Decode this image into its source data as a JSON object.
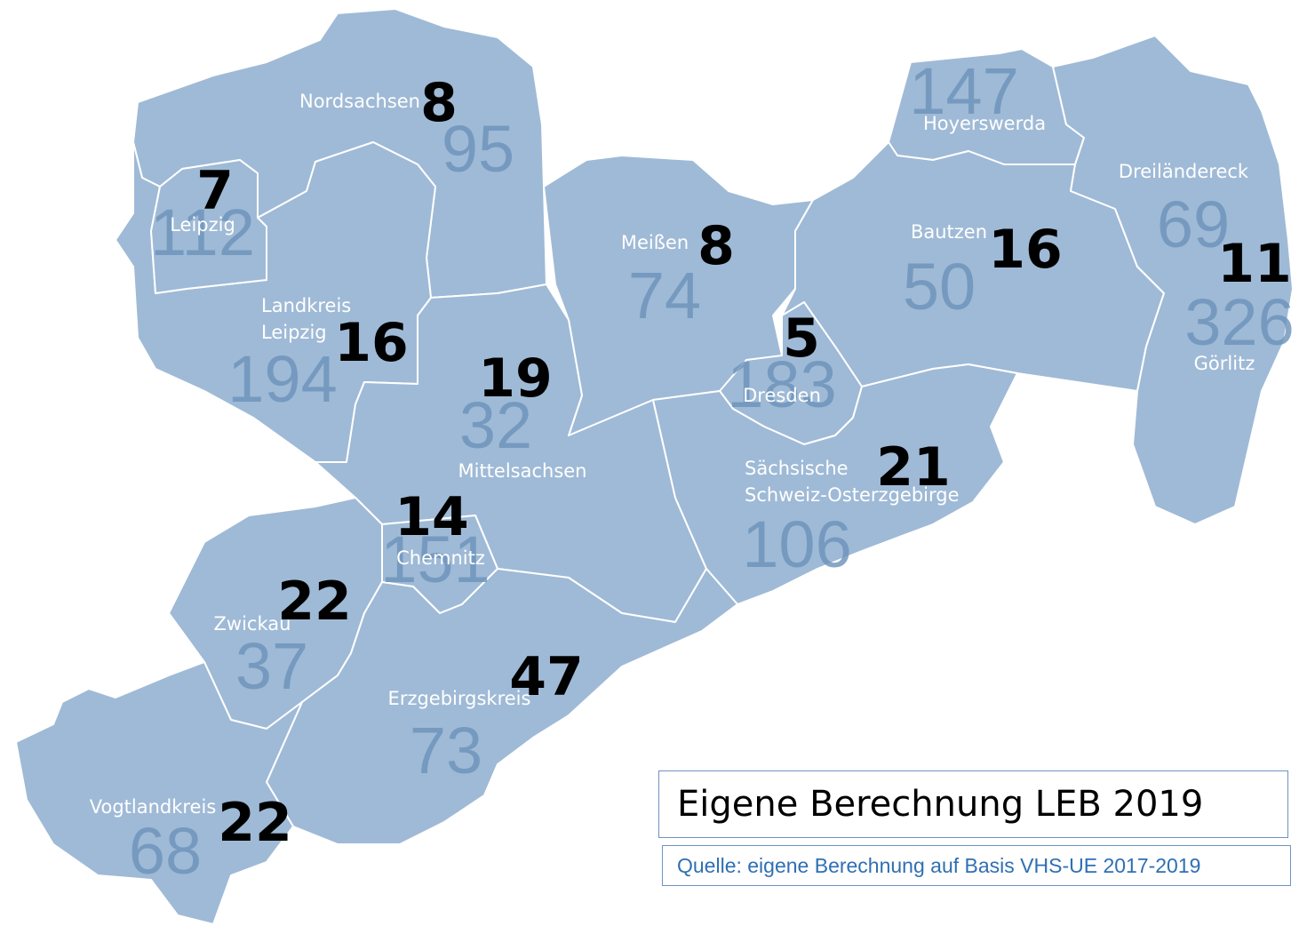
{
  "title_box": {
    "text": "Eigene Berechnung LEB 2019"
  },
  "source_box": {
    "text": "Quelle: eigene Berechnung auf Basis VHS-UE 2017-2019"
  },
  "colors": {
    "region_fill": "#9fbad6",
    "border": "#ffffff",
    "value_number": "#6e94bb",
    "overlay_number": "#000000",
    "box_border": "#6f93c0",
    "source_text": "#2f6fb3"
  },
  "regions": [
    {
      "id": "nordsachsen",
      "name": "Nordsachsen",
      "value": "95",
      "overlay": "8"
    },
    {
      "id": "leipzig",
      "name": "Leipzig",
      "value": "112",
      "overlay": "7"
    },
    {
      "id": "landkreis-leipzig",
      "name_line1": "Landkreis",
      "name_line2": "Leipzig",
      "value": "194",
      "overlay": "16"
    },
    {
      "id": "meissen",
      "name": "Meißen",
      "value": "74",
      "overlay": "8"
    },
    {
      "id": "hoyerswerda",
      "name": "Hoyerswerda",
      "value": "147"
    },
    {
      "id": "bautzen",
      "name": "Bautzen",
      "value": "50",
      "overlay": "16"
    },
    {
      "id": "dreilaendereck",
      "name": "Dreiländereck",
      "value": "69"
    },
    {
      "id": "goerlitz",
      "name": "Görlitz",
      "value": "326",
      "overlay": "11"
    },
    {
      "id": "dresden",
      "name": "Dresden",
      "value": "183",
      "overlay": "5"
    },
    {
      "id": "mittelsachsen",
      "name": "Mittelsachsen",
      "value": "32",
      "overlay": "19"
    },
    {
      "id": "saechsische-schweiz",
      "name_line1": "Sächsische",
      "name_line2": "Schweiz-Osterzgebirge",
      "value": "106",
      "overlay": "21"
    },
    {
      "id": "chemnitz",
      "name": "Chemnitz",
      "value": "151",
      "overlay": "14"
    },
    {
      "id": "zwickau",
      "name": "Zwickau",
      "value": "37",
      "overlay": "22"
    },
    {
      "id": "erzgebirgskreis",
      "name": "Erzgebirgskreis",
      "value": "73",
      "overlay": "47"
    },
    {
      "id": "vogtlandkreis",
      "name": "Vogtlandkreis",
      "value": "68",
      "overlay": "22"
    }
  ]
}
